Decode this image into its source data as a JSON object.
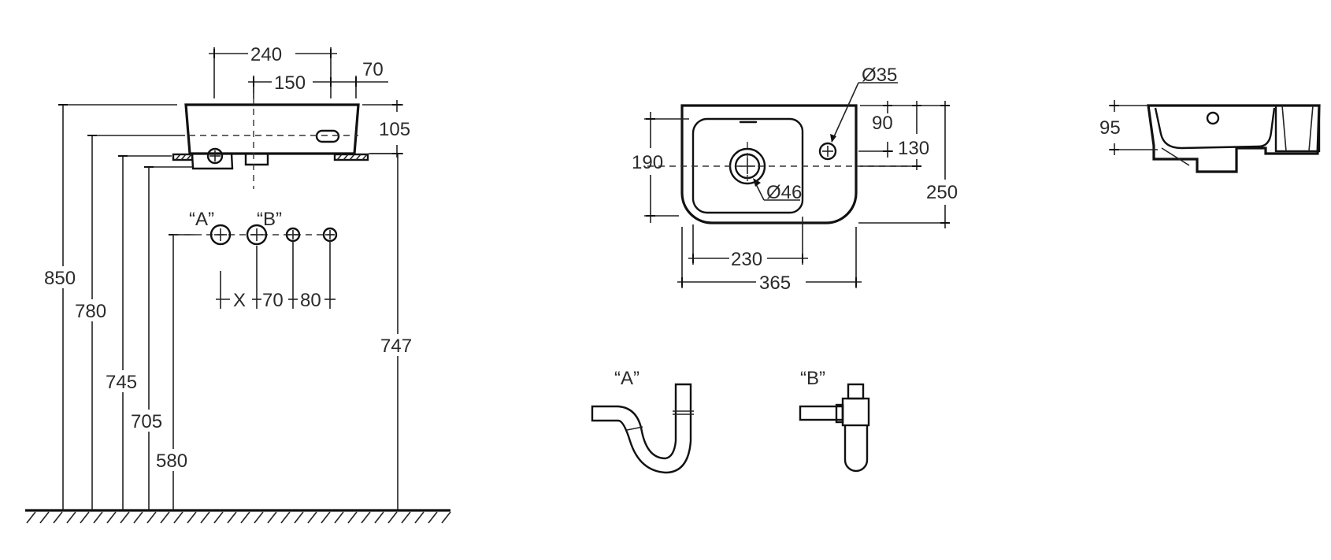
{
  "colors": {
    "ink": "#111111",
    "background": "#ffffff"
  },
  "side_view": {
    "dims_top": {
      "width": "240",
      "tap_offset": "150",
      "edge_offset": "70",
      "depth": "105"
    },
    "heights": {
      "h850": "850",
      "h780": "780",
      "h745": "745",
      "h705": "705",
      "h580": "580",
      "h747": "747"
    },
    "labels": {
      "trap_a": "“A”",
      "trap_b": "“B”"
    },
    "spacing": {
      "x": "X",
      "s70": "70",
      "s80": "80"
    }
  },
  "top_view": {
    "dims": {
      "tap_hole": "Ø35",
      "waste_hole": "Ø46",
      "bowl_depth": "190",
      "d90": "90",
      "d130": "130",
      "d250": "250",
      "bowl_width": "230",
      "total_width": "365"
    }
  },
  "section_view": {
    "dims": {
      "depth": "95"
    }
  },
  "traps": {
    "a_label": "“A”",
    "b_label": "“B”"
  }
}
